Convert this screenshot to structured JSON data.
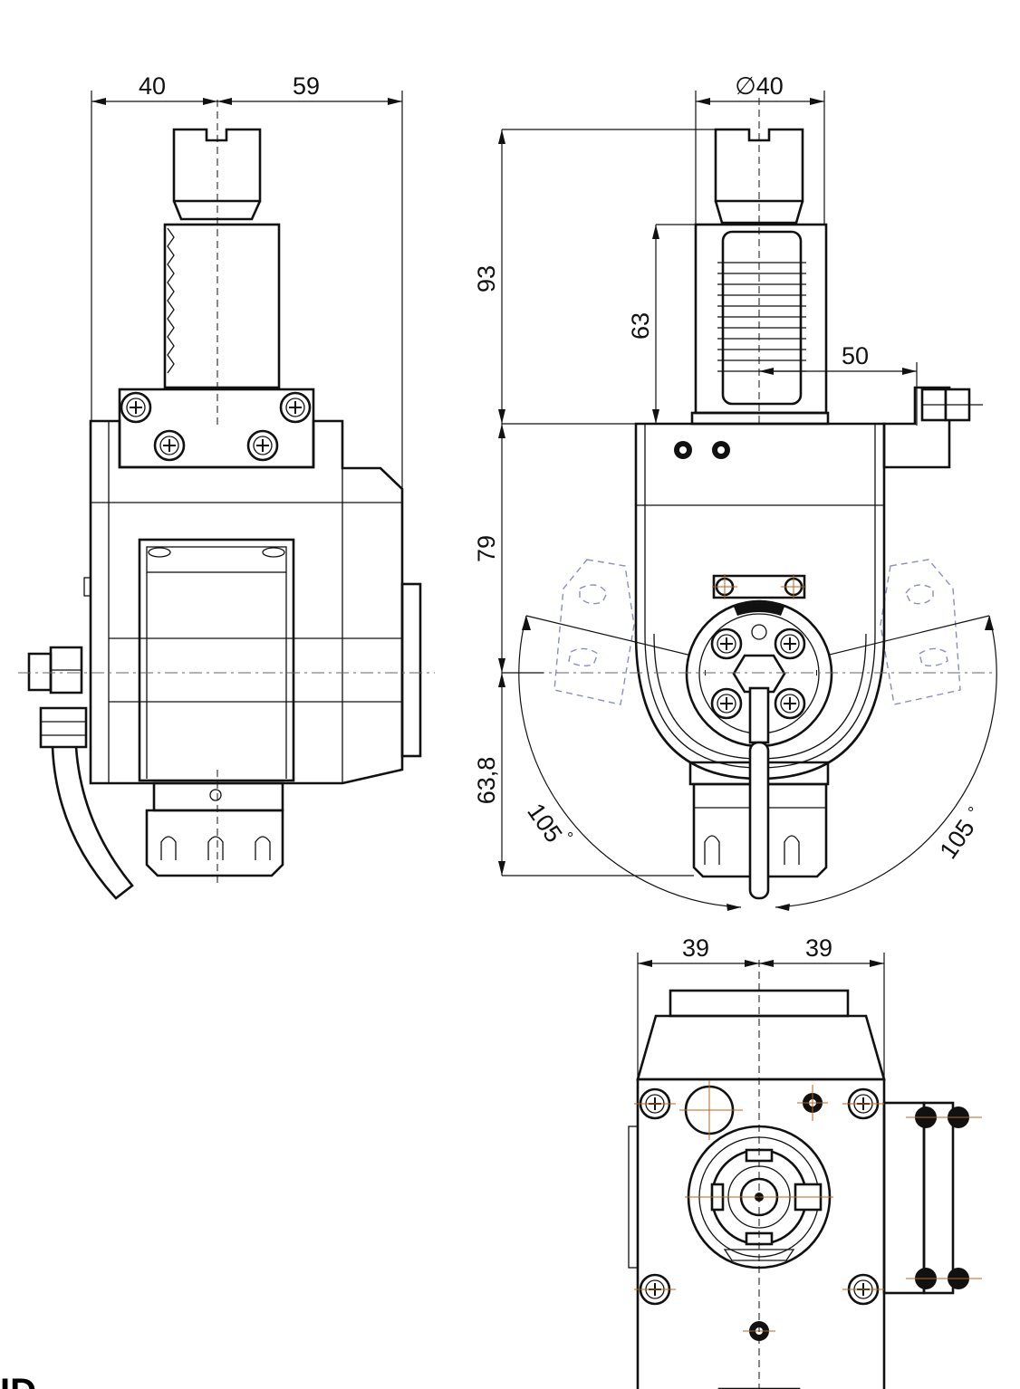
{
  "dimensions": {
    "side_width_left": "40",
    "side_width_right": "59",
    "front_diameter": "∅40",
    "height_upper": "93",
    "height_shank": "63",
    "offset_coolant": "50",
    "height_body": "79",
    "height_lower": "63,8",
    "angle_left": "105",
    "angle_right": "105",
    "bottom_width_left": "39",
    "bottom_width_right": "39"
  },
  "cropped_label": "ID",
  "colors": {
    "line": "#111111",
    "phantom": "#8a8fbf",
    "crosshair": "#b5651d"
  }
}
